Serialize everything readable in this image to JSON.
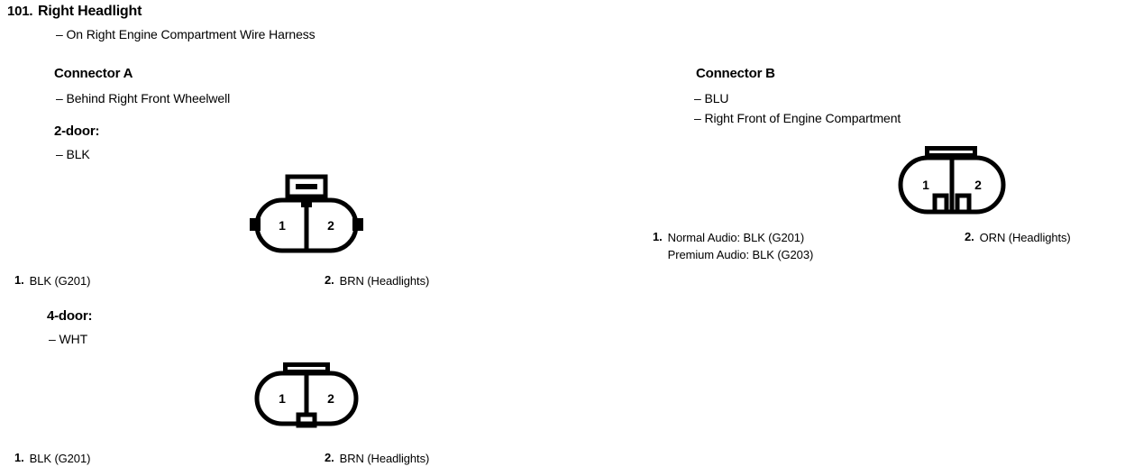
{
  "page": {
    "section_number": "101.",
    "title": "Right Headlight",
    "subtitle": "– On Right Engine Compartment Wire Harness",
    "background_color": "#ffffff",
    "line_color": "#000000"
  },
  "connector_a": {
    "heading": "Connector A",
    "location": "– Behind Right Front Wheelwell",
    "variants": [
      {
        "name": "2-door:",
        "color": "– BLK",
        "diagram": {
          "pin_1": "1",
          "pin_2": "2",
          "style": "tab-slot-with-side-nubs"
        },
        "pins": [
          {
            "number": "1.",
            "lines": [
              "BLK (G201)"
            ]
          },
          {
            "number": "2.",
            "lines": [
              "BRN (Headlights)"
            ]
          }
        ]
      },
      {
        "name": "4-door:",
        "color": "– WHT",
        "diagram": {
          "pin_1": "1",
          "pin_2": "2",
          "style": "flat-tab-with-bottom-bump"
        },
        "pins": [
          {
            "number": "1.",
            "lines": [
              "BLK (G201)"
            ]
          },
          {
            "number": "2.",
            "lines": [
              "BRN (Headlights)"
            ]
          }
        ]
      }
    ]
  },
  "connector_b": {
    "heading": "Connector B",
    "color": "– BLU",
    "location": "– Right Front of Engine Compartment",
    "diagram": {
      "pin_1": "1",
      "pin_2": "2",
      "style": "flat-tab-with-two-bottom-notches"
    },
    "pins": [
      {
        "number": "1.",
        "lines": [
          "Normal Audio: BLK (G201)",
          "Premium Audio: BLK (G203)"
        ]
      },
      {
        "number": "2.",
        "lines": [
          "ORN (Headlights)"
        ]
      }
    ]
  }
}
